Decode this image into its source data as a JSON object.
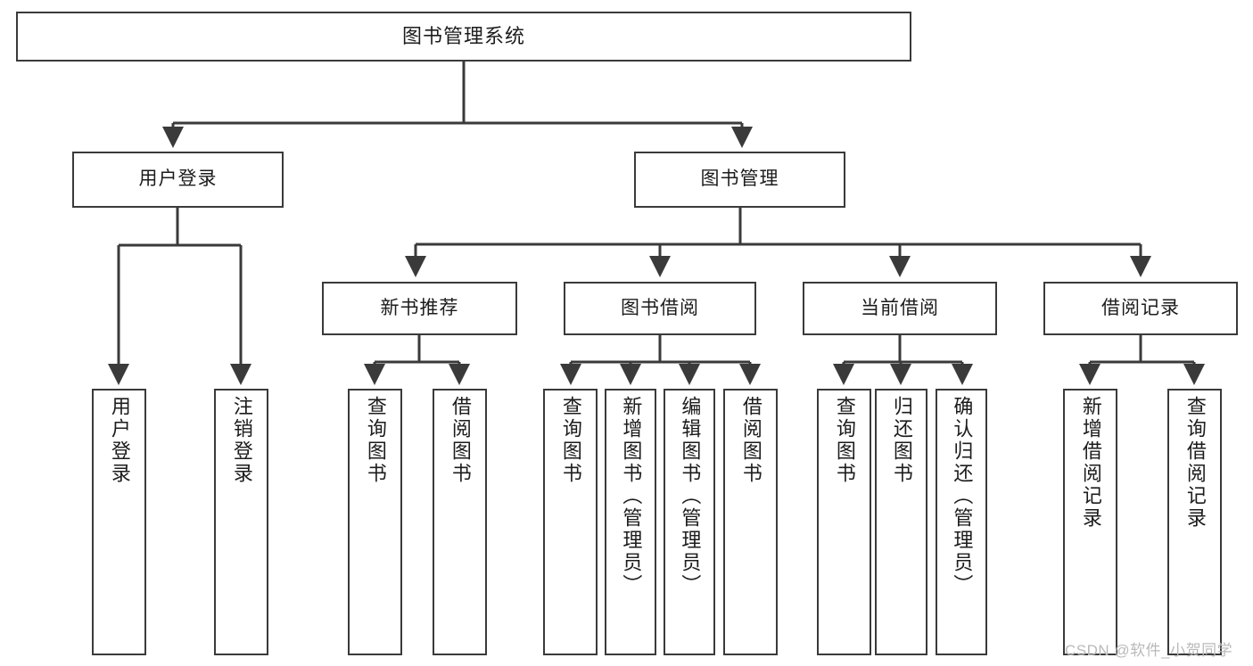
{
  "diagram": {
    "type": "tree-hierarchy",
    "title": "图书管理系统",
    "colors": {
      "stroke": "#3a3a3a",
      "fill": "#ffffff",
      "text": "#1c1c1c",
      "watermark": "#b9b9b9"
    },
    "nodes": {
      "root": {
        "label": "图书管理系统"
      },
      "level2": [
        {
          "label": "用户登录"
        },
        {
          "label": "图书管理"
        }
      ],
      "level3": [
        {
          "label": "新书推荐"
        },
        {
          "label": "图书借阅"
        },
        {
          "label": "当前借阅"
        },
        {
          "label": "借阅记录"
        }
      ],
      "leaves": {
        "user_login": [
          {
            "label": "用户登录"
          },
          {
            "label": "注销登录"
          }
        ],
        "new_book": [
          {
            "label": "查询图书"
          },
          {
            "label": "借阅图书"
          }
        ],
        "book_borrow": [
          {
            "label": "查询图书"
          },
          {
            "label": "新增图书（管理员）"
          },
          {
            "label": "编辑图书（管理员）"
          },
          {
            "label": "借阅图书"
          }
        ],
        "current_borrow": [
          {
            "label": "查询图书"
          },
          {
            "label": "归还图书"
          },
          {
            "label": "确认归还（管理员）"
          }
        ],
        "borrow_record": [
          {
            "label": "新增借阅记录"
          },
          {
            "label": "查询借阅记录"
          }
        ]
      }
    },
    "watermark": "CSDN @软件_小贺同学"
  }
}
